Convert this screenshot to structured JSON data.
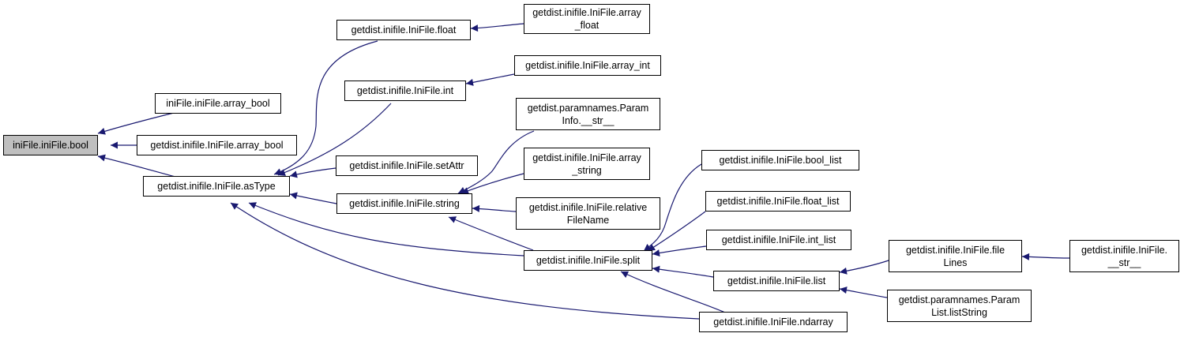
{
  "colors": {
    "edge": "#191970",
    "root_fill": "#bfbfbf",
    "node_fill": "#ffffff",
    "border": "#000000"
  },
  "nodes": {
    "root": "iniFile.iniFile.bool",
    "ini_array_bool": "iniFile.iniFile.array_bool",
    "gd_array_bool": "getdist.inifile.IniFile.array_bool",
    "astype": "getdist.inifile.IniFile.asType",
    "float": "getdist.inifile.IniFile.float",
    "int": "getdist.inifile.IniFile.int",
    "setattr": "getdist.inifile.IniFile.setAttr",
    "string": "getdist.inifile.IniFile.string",
    "array_float": "getdist.inifile.IniFile.array\n_float",
    "array_int": "getdist.inifile.IniFile.array_int",
    "paraminfo_str": "getdist.paramnames.Param\nInfo.__str__",
    "array_string": "getdist.inifile.IniFile.array\n_string",
    "relative_filename": "getdist.inifile.IniFile.relative\nFileName",
    "split": "getdist.inifile.IniFile.split",
    "bool_list": "getdist.inifile.IniFile.bool_list",
    "float_list": "getdist.inifile.IniFile.float_list",
    "int_list": "getdist.inifile.IniFile.int_list",
    "list": "getdist.inifile.IniFile.list",
    "ndarray": "getdist.inifile.IniFile.ndarray",
    "file_lines": "getdist.inifile.IniFile.file\nLines",
    "paramlist_liststring": "getdist.paramnames.Param\nList.listString",
    "inifile_str": "getdist.inifile.IniFile.\n__str__"
  }
}
